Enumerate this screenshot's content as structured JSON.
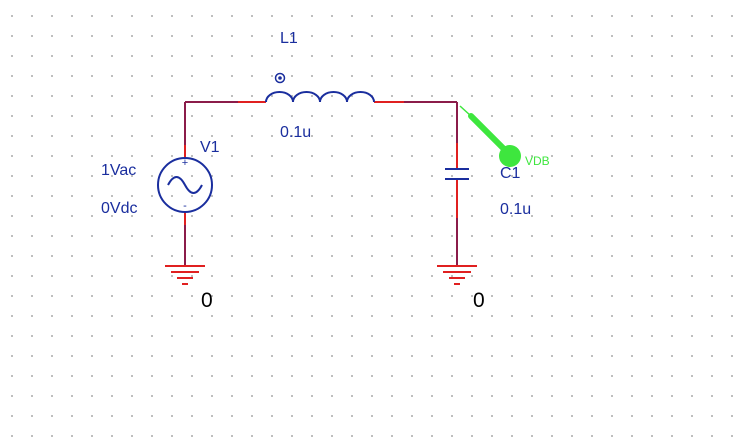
{
  "inductor": {
    "ref": "L1",
    "value": "0.1u"
  },
  "source": {
    "ref": "V1",
    "ac": "1Vac",
    "dc": "0Vdc"
  },
  "capacitor": {
    "ref": "C1",
    "value": "0.1u"
  },
  "grounds": {
    "left_label": "0",
    "right_label": "0"
  },
  "probe": {
    "label": "VDB",
    "color": "#3ee63e"
  },
  "colors": {
    "wire": "#8b1c4a",
    "pin": "#e02020",
    "part": "#1a2e9e",
    "text": "#1a2e9e",
    "net": "#000000"
  }
}
